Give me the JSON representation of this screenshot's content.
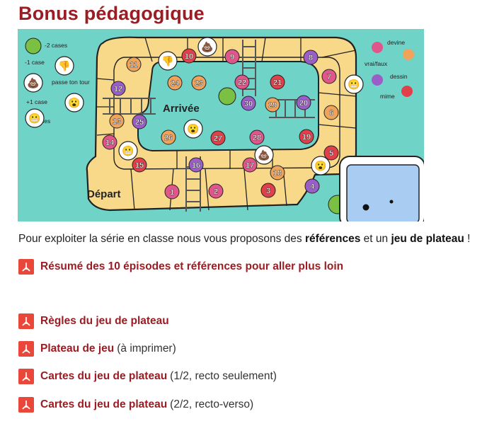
{
  "page": {
    "title": "Bonus pédagogique",
    "intro": {
      "prefix": "Pour exploiter la série en classe nous vous proposons des ",
      "ref": "références",
      "middle": " et un ",
      "game": "jeu de plateau",
      "suffix": " !"
    }
  },
  "board": {
    "arrivee": "Arrivée",
    "depart": "Départ",
    "legend_left": [
      "-2 cases",
      "-1 case",
      "passe ton tour",
      "+1 case",
      "+2 cases"
    ],
    "legend_right": [
      "devine",
      "vrai/faux",
      "dessin",
      "mime"
    ],
    "squares": [
      "1",
      "2",
      "3",
      "4",
      "5",
      "6",
      "7",
      "8",
      "9",
      "10",
      "11",
      "12",
      "13",
      "14",
      "15",
      "16",
      "17",
      "18",
      "19",
      "20",
      "21",
      "22",
      "23",
      "24",
      "25",
      "26",
      "27",
      "28",
      "29",
      "30"
    ]
  },
  "links": [
    {
      "label": "Résumé des 10 épisodes et références pour aller plus loin",
      "note": ""
    },
    {
      "label": "Règles du jeu de plateau",
      "note": ""
    },
    {
      "label": "Plateau de jeu",
      "note": "(à imprimer)"
    },
    {
      "label": "Cartes du jeu de plateau",
      "note": "(1/2, recto seulement)"
    },
    {
      "label": "Cartes du jeu de plateau",
      "note": "(2/2, recto-verso)"
    }
  ],
  "colors": {
    "accent": "#9b1c22",
    "pdf_icon": "#e8473a",
    "board_bg": "#6fd3c7",
    "path": "#f8d98a",
    "pink": "#e0558a",
    "red": "#e0404a",
    "purple": "#9b5ec8",
    "orange": "#f0a35a"
  }
}
